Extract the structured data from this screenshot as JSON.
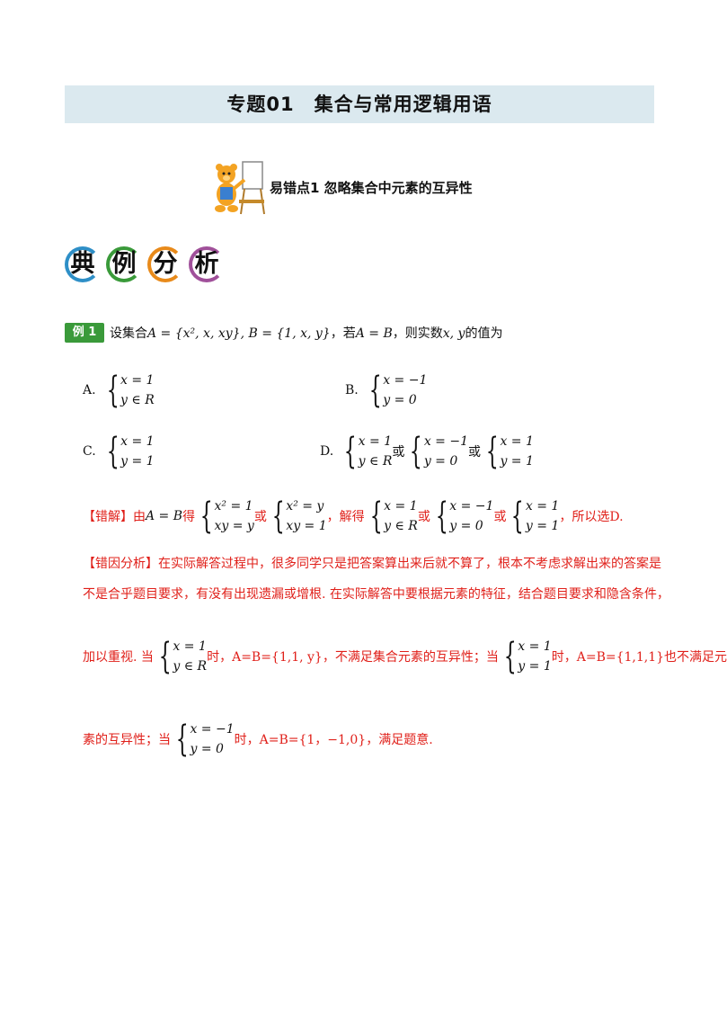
{
  "title": "专题01　集合与常用逻辑用语",
  "heading": "易错点1  忽略集合中元素的互异性",
  "badges": [
    "典",
    "例",
    "分",
    "析"
  ],
  "badge_colors": [
    "#2e8fc7",
    "#3a9a3a",
    "#e88a1a",
    "#a0509a"
  ],
  "example_tag": "例 1",
  "stem": {
    "prefix": "设集合",
    "setA": "A = {x², x, xy}, B = {1, x, y}",
    "mid": "，若",
    "cond": "A = B",
    "suffix": "，则实数",
    "vars": "x, y",
    "end": "的值为"
  },
  "options": {
    "A": {
      "label": "A.",
      "r1": "x = 1",
      "r2": "y ∈ R"
    },
    "B": {
      "label": "B.",
      "r1": "x = −1",
      "r2": "y = 0"
    },
    "C": {
      "label": "C.",
      "r1": "x = 1",
      "r2": "y = 1"
    },
    "D": {
      "label": "D.",
      "s1r1": "x = 1",
      "s1r2": "y ∈ R",
      "or1": "或",
      "s2r1": "x = −1",
      "s2r2": "y = 0",
      "or2": "或",
      "s3r1": "x = 1",
      "s3r2": "y = 1"
    }
  },
  "wrong": {
    "tag": "【错解】由",
    "cond": "A = B",
    "de": "得",
    "e1r1": "x² = 1",
    "e1r2": "xy = y",
    "or1": "或",
    "e2r1": "x² = y",
    "e2r2": "xy = 1",
    "jiede": "，解得",
    "s1r1": "x = 1",
    "s1r2": "y ∈ R",
    "or2": "或",
    "s2r1": "x = −1",
    "s2r2": "y = 0",
    "or3": "或",
    "s3r1": "x = 1",
    "s3r2": "y = 1",
    "end": "，所以选D."
  },
  "analysis": {
    "line1": "【错因分析】在实际解答过程中，很多同学只是把答案算出来后就不算了，根本不考虑求解出来的答案是",
    "line2": "不是合乎题目要求，有没有出现遗漏或增根. 在实际解答中要根据元素的特征，结合题目要求和隐含条件，",
    "l3a": "加以重视. 当",
    "l3s1r1": "x = 1",
    "l3s1r2": "y ∈ R",
    "l3b": "时，A=B={1,1, y}，不满足集合元素的互异性；当",
    "l3s2r1": "x = 1",
    "l3s2r2": "y = 1",
    "l3c": "时，A=B={1,1,1}也不满足元",
    "l4a": "素的互异性；当",
    "l4s1r1": "x = −1",
    "l4s1r2": "y = 0",
    "l4b": "时，A=B={1，−1,0}，满足题意."
  }
}
